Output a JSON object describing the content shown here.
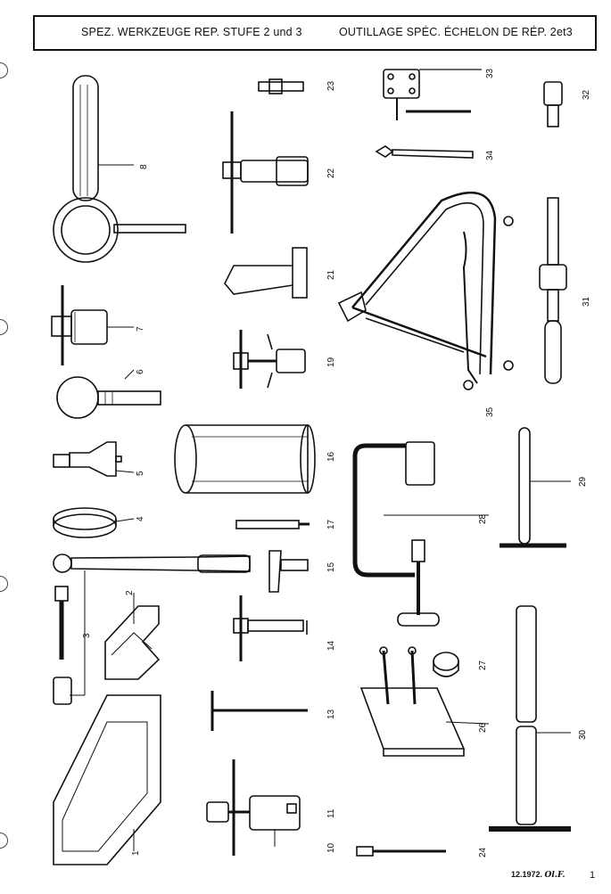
{
  "header": {
    "title_de": "SPEZ. WERKZEUGE REP. STUFE 2 und 3",
    "title_fr": "OUTILLAGE SPÉC. ÉCHELON DE RÉP. 2et3"
  },
  "tools": [
    {
      "number": "1"
    },
    {
      "number": "2"
    },
    {
      "number": "3"
    },
    {
      "number": "4"
    },
    {
      "number": "5"
    },
    {
      "number": "6"
    },
    {
      "number": "7"
    },
    {
      "number": "8"
    },
    {
      "number": "10"
    },
    {
      "number": "11"
    },
    {
      "number": "13"
    },
    {
      "number": "14"
    },
    {
      "number": "15"
    },
    {
      "number": "16"
    },
    {
      "number": "17"
    },
    {
      "number": "19"
    },
    {
      "number": "21"
    },
    {
      "number": "22"
    },
    {
      "number": "23"
    },
    {
      "number": "24"
    },
    {
      "number": "26"
    },
    {
      "number": "27"
    },
    {
      "number": "28"
    },
    {
      "number": "29"
    },
    {
      "number": "30"
    },
    {
      "number": "31"
    },
    {
      "number": "32"
    },
    {
      "number": "33"
    },
    {
      "number": "34"
    },
    {
      "number": "35"
    }
  ],
  "footer": {
    "date": "12.1972. ",
    "initials": "Ol.F.",
    "page_number": "1"
  }
}
